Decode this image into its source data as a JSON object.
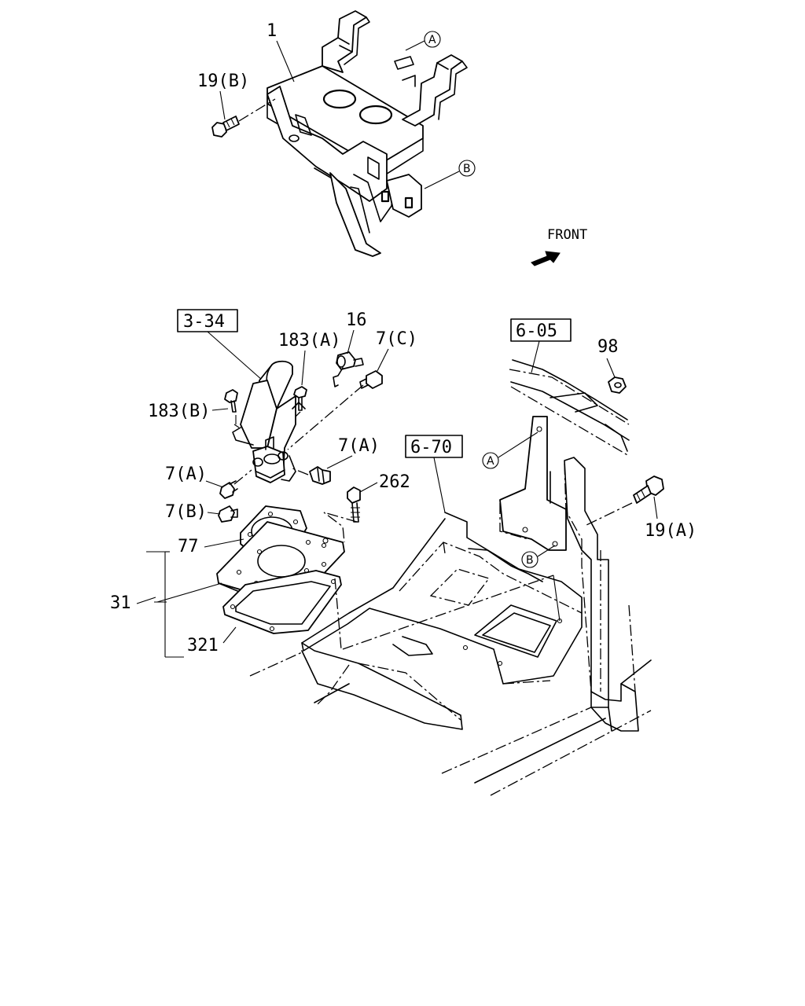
{
  "labels": {
    "part_1": "1",
    "part_19b": "19(B)",
    "part_19a": "19(A)",
    "part_16": "16",
    "part_7c": "7(C)",
    "part_7a_right": "7(A)",
    "part_7a_left": "7(A)",
    "part_7b": "7(B)",
    "part_183a": "183(A)",
    "part_183b": "183(B)",
    "part_262": "262",
    "part_77": "77",
    "part_31": "31",
    "part_321": "321",
    "part_98": "98",
    "front": "FRONT"
  },
  "ref_boxes": {
    "ref_334": "3-34",
    "ref_605": "6-05",
    "ref_670": "6-70"
  },
  "callouts": {
    "a_top": "A",
    "b_top": "B",
    "a_mid": "A",
    "b_mid": "B"
  }
}
